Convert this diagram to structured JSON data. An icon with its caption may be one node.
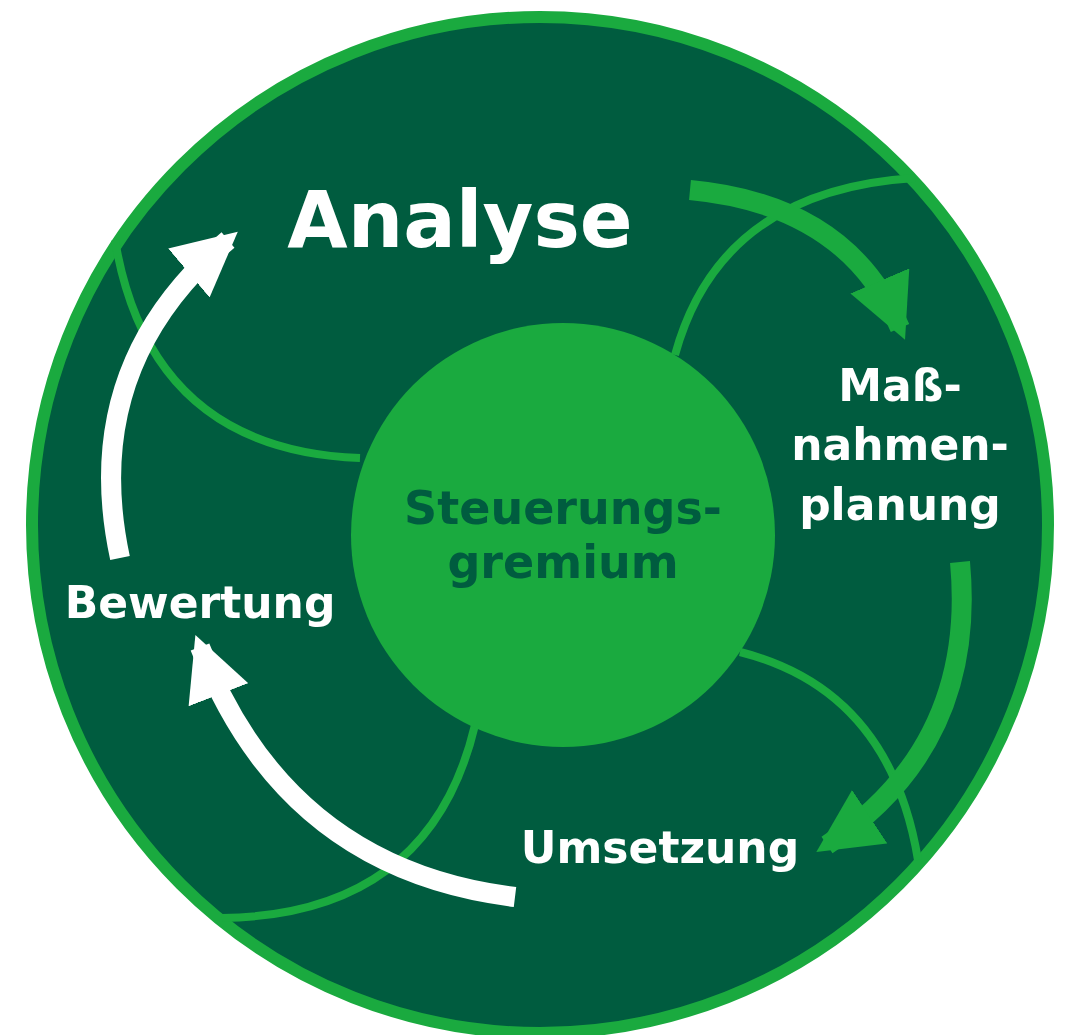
{
  "diagram": {
    "nodes": [
      {
        "text": [
          "Analyse"
        ]
      },
      {
        "text": [
          "Maß- nahmen- planung"
        ]
      },
      {
        "text": [
          "Umsetzung"
        ]
      },
      {
        "text": [
          "Bewertung"
        ]
      },
      {
        "text": [
          "Steuerungs- gremium"
        ]
      }
    ],
    "edges": [
      {
        "from": 0,
        "to": 1,
        "arrow": "to",
        "color": "#1aaa3f"
      },
      {
        "from": 1,
        "to": 2,
        "arrow": "to",
        "color": "#1aaa3f"
      },
      {
        "from": 2,
        "to": 3,
        "arrow": "to",
        "color": "#ffffff"
      },
      {
        "from": 3,
        "to": 0,
        "arrow": "to",
        "color": "#ffffff"
      }
    ]
  }
}
